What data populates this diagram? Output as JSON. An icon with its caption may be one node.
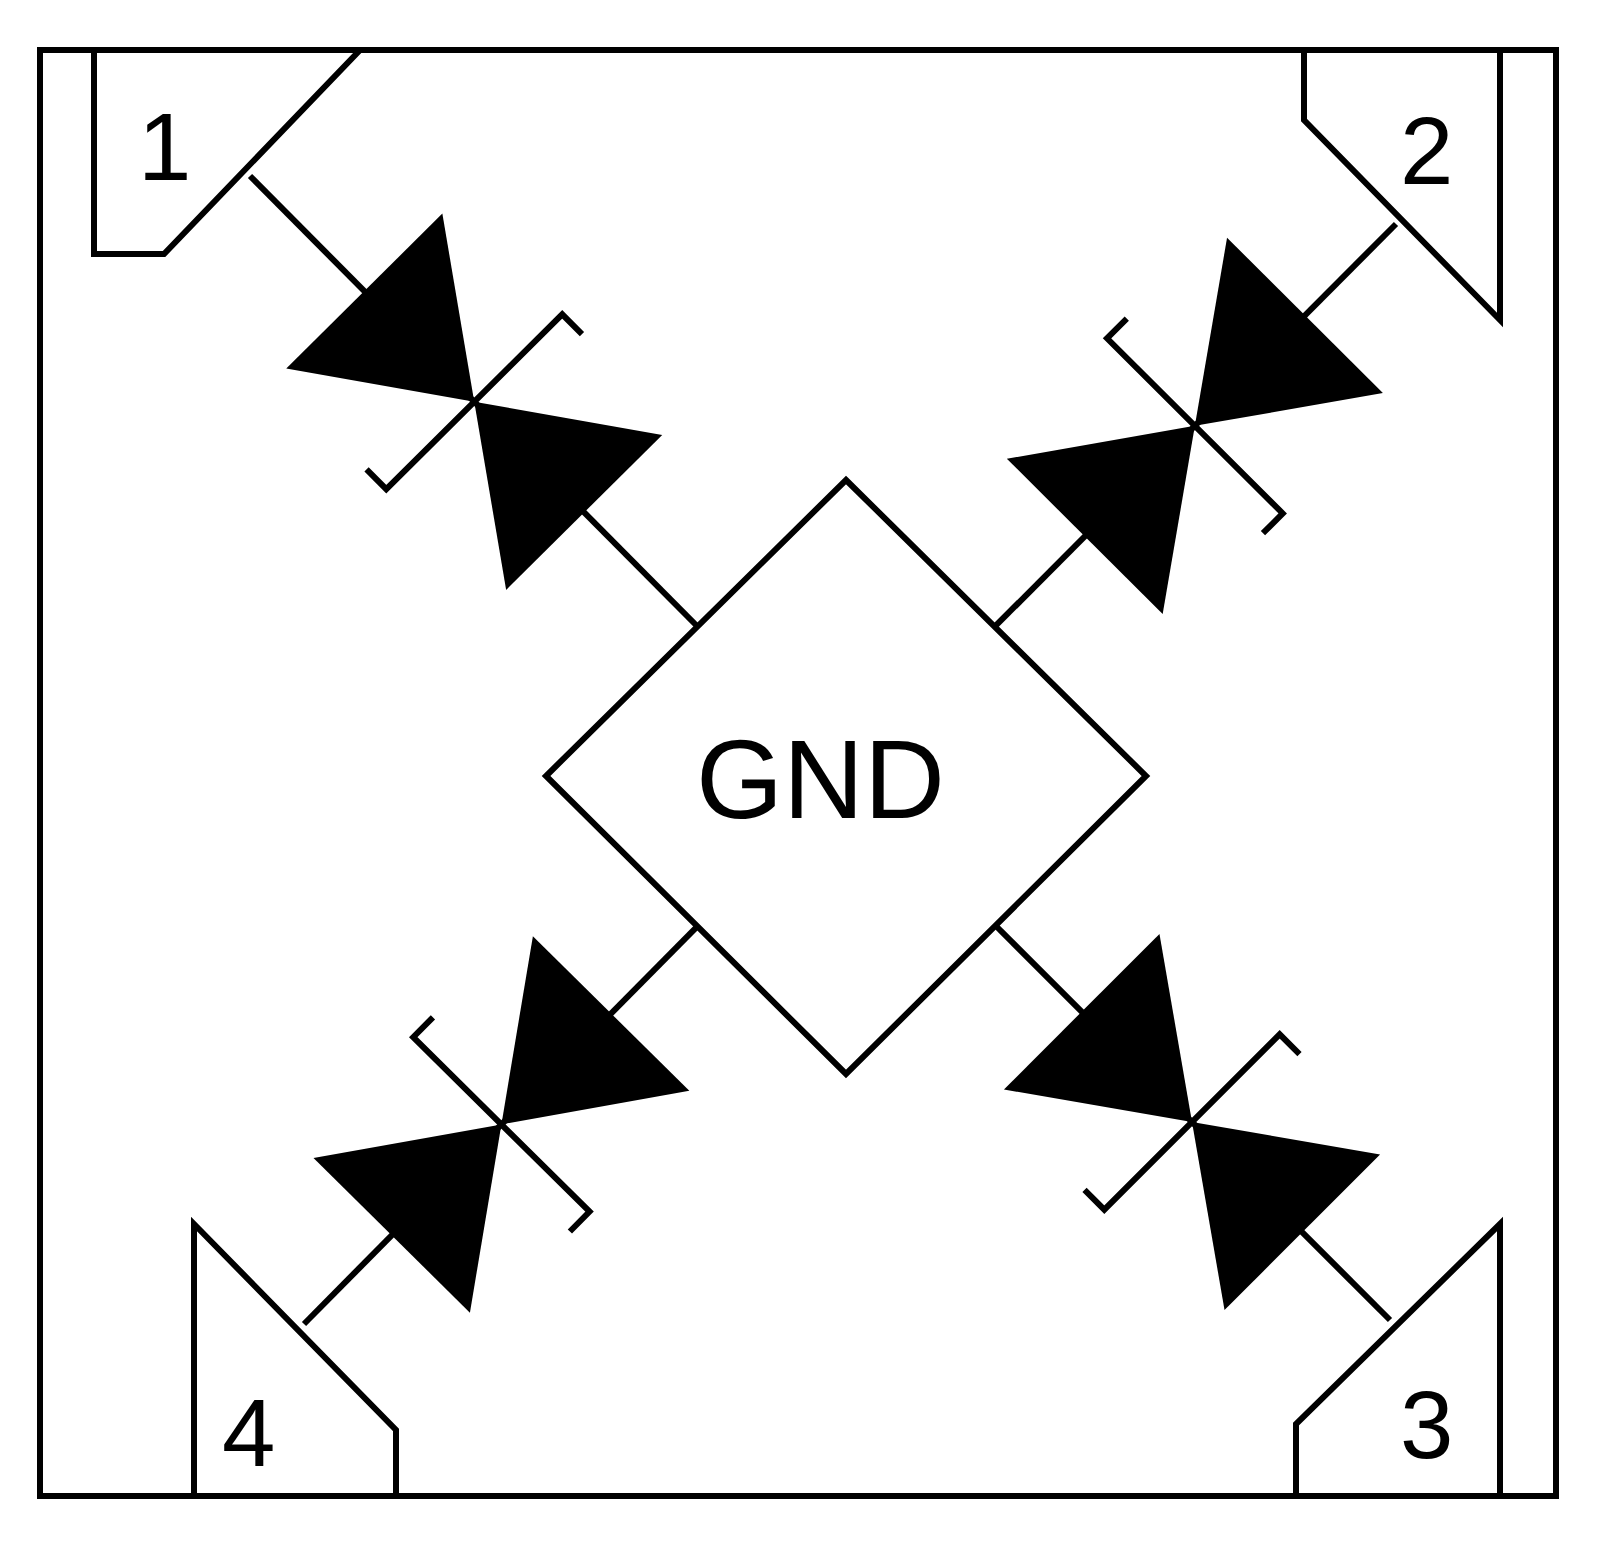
{
  "diagram": {
    "nodes": [
      {
        "text": [
          "1"
        ]
      },
      {
        "text": [
          "2"
        ]
      },
      {
        "text": [
          "GND"
        ]
      },
      {
        "text": [
          "4"
        ]
      },
      {
        "text": [
          "3"
        ]
      }
    ],
    "edges": [
      {
        "from": 0,
        "to": 2,
        "arrow": "none"
      },
      {
        "from": 1,
        "to": 2,
        "arrow": "none"
      },
      {
        "from": 3,
        "to": 2,
        "arrow": "none"
      },
      {
        "from": 4,
        "to": 2,
        "arrow": "none"
      }
    ]
  }
}
